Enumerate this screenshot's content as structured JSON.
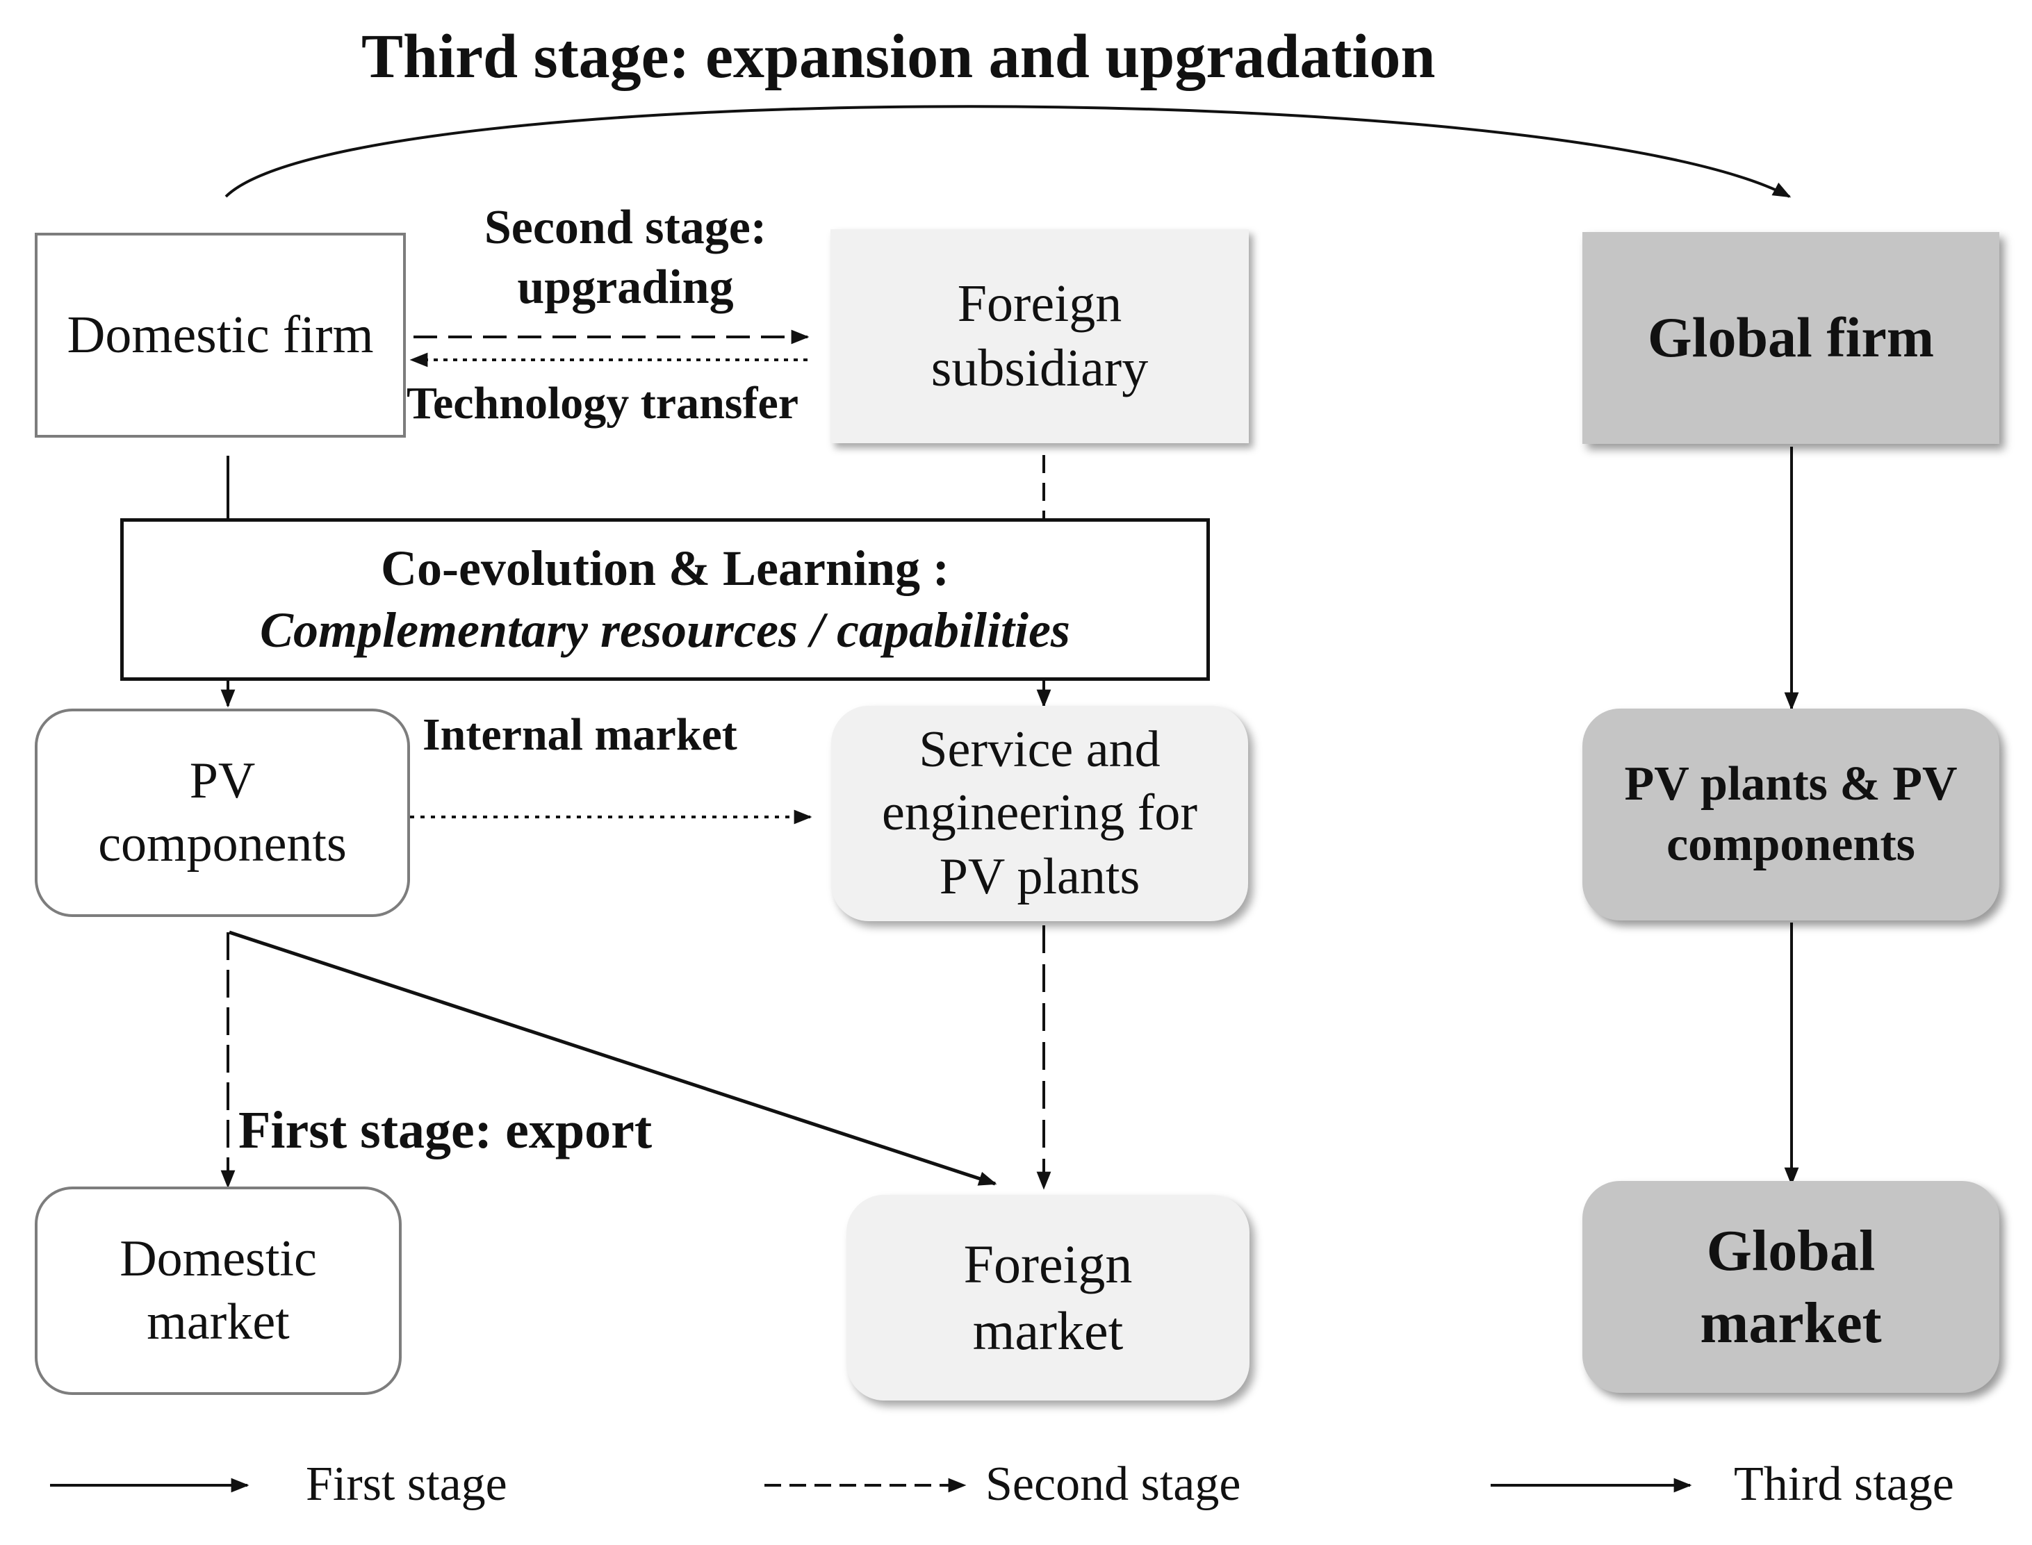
{
  "title": "Third stage: expansion and upgradation",
  "boxes": {
    "domestic_firm": "Domestic firm",
    "foreign_subsidiary": [
      "Foreign",
      "subsidiary"
    ],
    "global_firm": "Global firm",
    "coevolution": {
      "line1": "Co-evolution & Learning :",
      "line2": "Complementary resources / capabilities"
    },
    "pv_components": [
      "PV",
      "components"
    ],
    "service_engineering": [
      "Service and",
      "engineering for",
      "PV plants"
    ],
    "pv_plants_components": [
      "PV plants & PV",
      "components"
    ],
    "domestic_market": [
      "Domestic",
      "market"
    ],
    "foreign_market": [
      "Foreign",
      "market"
    ],
    "global_market": [
      "Global",
      "market"
    ]
  },
  "labels": {
    "second_stage": [
      "Second stage:",
      "upgrading"
    ],
    "technology_transfer": "Technology transfer",
    "internal_market": "Internal market",
    "first_stage_export": "First stage: export"
  },
  "legend": {
    "first": "First stage",
    "second": "Second stage",
    "third": "Third stage"
  },
  "colors": {
    "light_fill": "#f1f1f1",
    "dark_fill": "#c5c5c5",
    "border": "#7d7d7d",
    "line": "#111111"
  }
}
